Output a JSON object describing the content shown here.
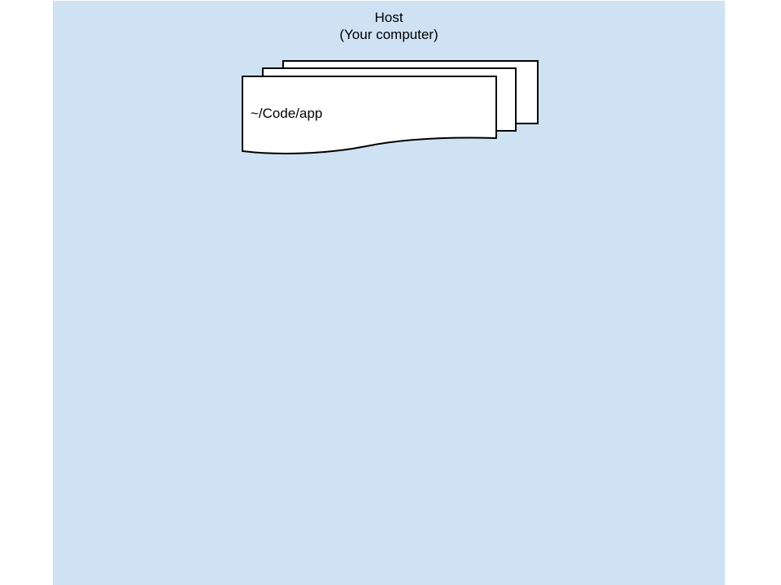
{
  "host": {
    "title": "Host",
    "subtitle": "(Your computer)",
    "fill_color": "#cfe2f3"
  },
  "folder_stack": {
    "label": "~/Code/app",
    "shape": "multi-document",
    "page_count": 3,
    "fill_color": "#ffffff",
    "stroke_color": "#000000"
  }
}
